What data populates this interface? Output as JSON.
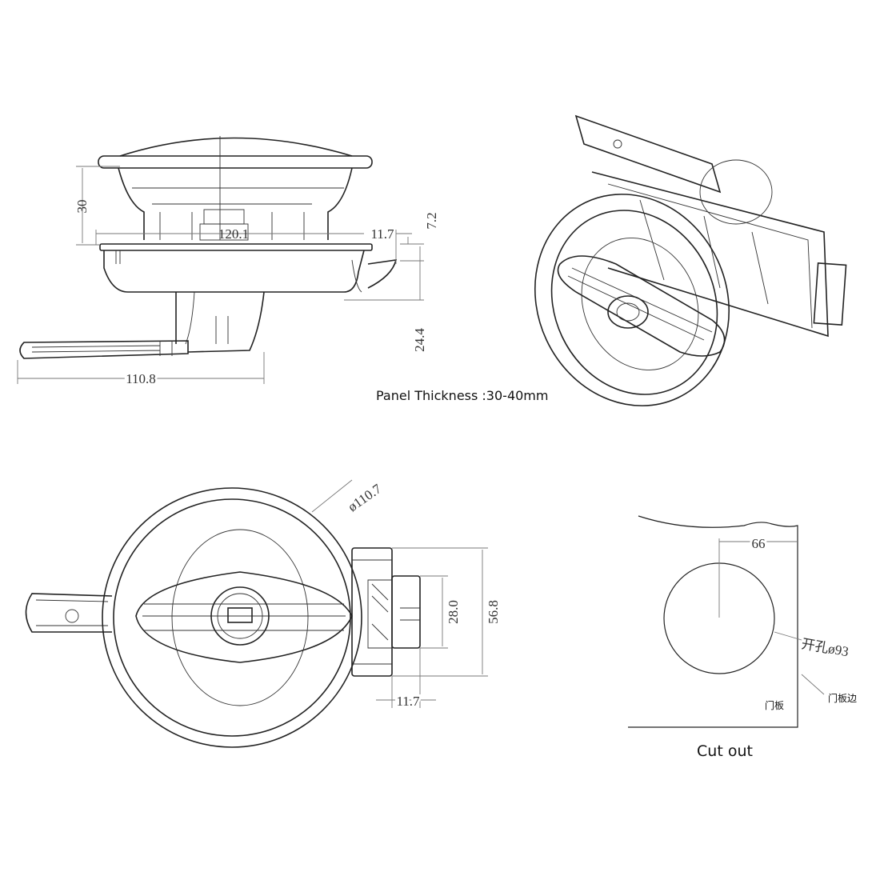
{
  "side_view": {
    "dim_height": "30",
    "dim_width": "120.1",
    "dim_tab": "11.7",
    "dim_tab_height": "7.2",
    "dim_depth": "24.4",
    "dim_handle": "110.8"
  },
  "panel_thickness": "Panel Thickness :30-40mm",
  "front_view": {
    "dim_diameter": "ø110.7",
    "dim_inner": "28.0",
    "dim_outer": "56.8",
    "dim_offset": "11.7"
  },
  "cutout": {
    "dim_edge": "66",
    "hole_label": "开孔ø93",
    "panel_label": "门板",
    "edge_label": "门板边",
    "title": "Cut out"
  }
}
